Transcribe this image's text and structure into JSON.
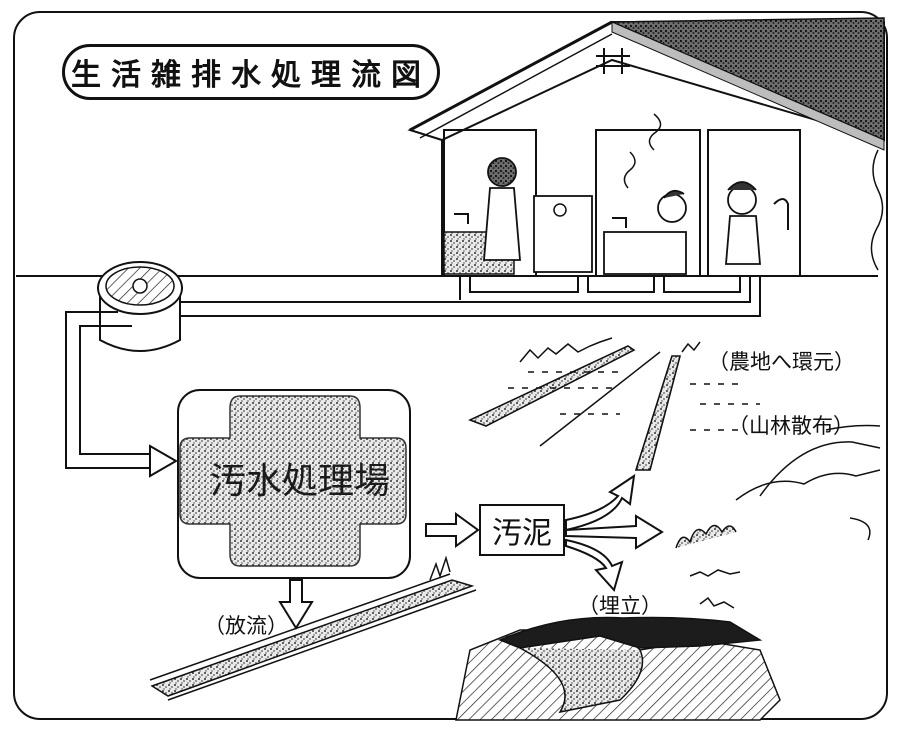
{
  "title": "生活雑排水処理流図",
  "nodes": {
    "treatment_plant": "汚水処理場",
    "sludge": "汚泥"
  },
  "destinations": {
    "farmland": "（農地へ環元）",
    "forest": "（山林散布）",
    "landfill": "（埋立）",
    "discharge": "（放流）"
  },
  "colors": {
    "ink": "#111111",
    "stipple": "#555555",
    "paper": "#ffffff"
  }
}
